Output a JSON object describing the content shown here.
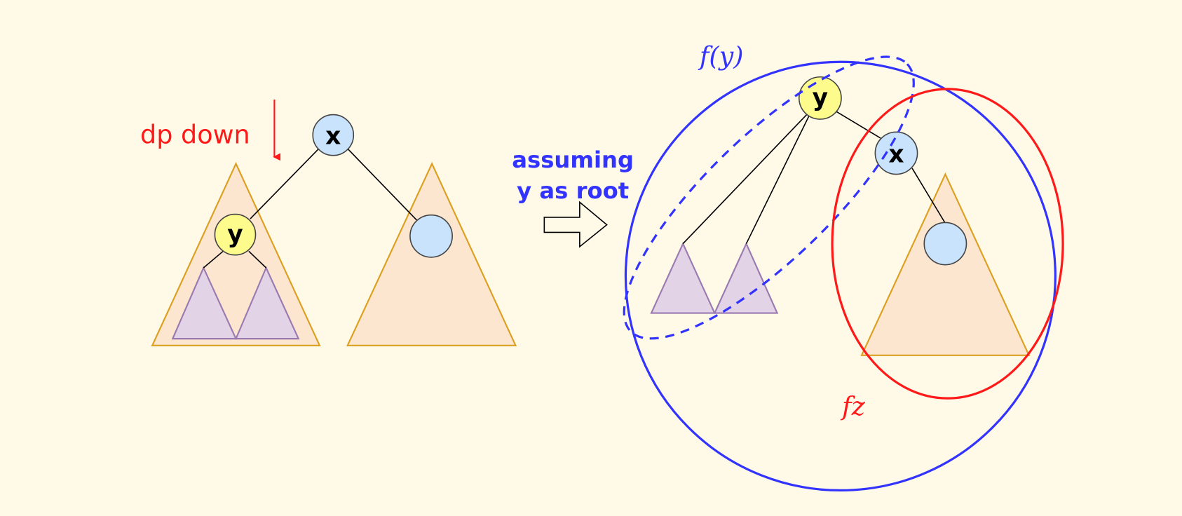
{
  "colors": {
    "background": "#fff9e8",
    "subtree_fill": "#fde6cf",
    "subtree_stroke": "#dca020",
    "small_subtree_fill": "#e2d4e6",
    "small_subtree_stroke": "#9a7ab0",
    "node_x_fill": "#c8e3fb",
    "node_y_fill": "#fcfb8c",
    "accent_blue": "#3333ff",
    "accent_red": "#ff1a1a"
  },
  "left_tree": {
    "annotation": "dp down",
    "root_label": "x",
    "child_label": "y",
    "sibling_label": ""
  },
  "transition": {
    "line1": "assuming",
    "line2": "y as root"
  },
  "right_tree": {
    "root_label": "y",
    "child_label": "x",
    "outer_set_label": "f(y)",
    "inner_set_label": "fz"
  }
}
